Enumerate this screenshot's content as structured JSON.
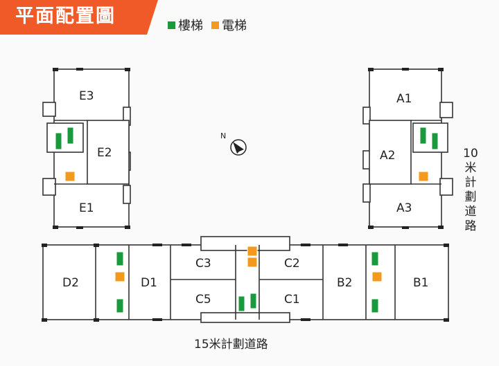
{
  "title": "平面配置圖",
  "legend": {
    "stair_label": "樓梯",
    "elevator_label": "電梯"
  },
  "colors": {
    "banner": "#f05a28",
    "stair": "#1a9a3c",
    "elevator": "#f39a1e",
    "wall": "#222222",
    "window": "#aaaaaa"
  },
  "units": {
    "E3": "E3",
    "E2": "E2",
    "E1": "E1",
    "A1": "A1",
    "A2": "A2",
    "A3": "A3",
    "D2": "D2",
    "D1": "D1",
    "C3": "C3",
    "C2": "C2",
    "C5": "C5",
    "C1": "C1",
    "B2": "B2",
    "B1": "B1"
  },
  "compass": {
    "label": "N",
    "icon": "compass-icon"
  },
  "roads": {
    "bottom": "15米計劃道路",
    "right": "10米計劃道路"
  }
}
